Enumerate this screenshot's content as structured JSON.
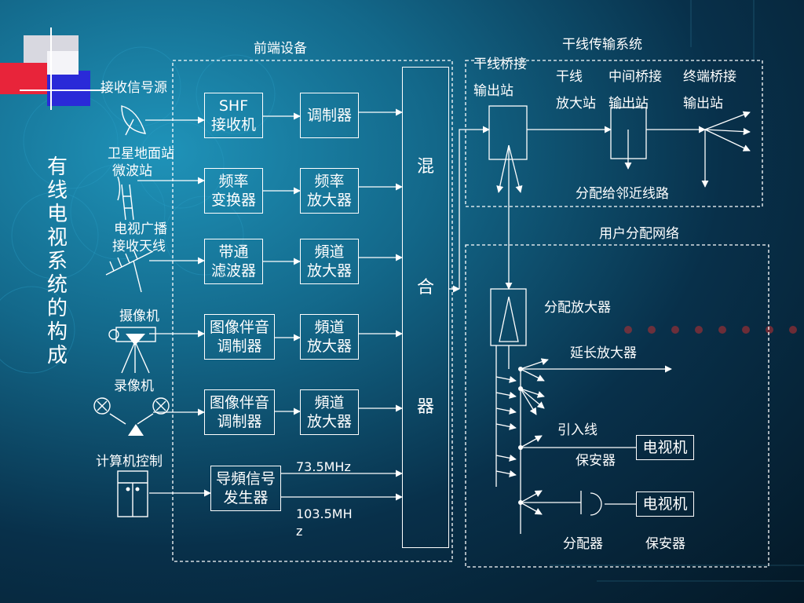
{
  "title": "有线电视系统的构成",
  "sections": {
    "front_end": "前端设备",
    "trunk": "干线传输系统",
    "user": "用户分配网络"
  },
  "sources": {
    "receive": "接收信号源",
    "satellite": "卫星地面站",
    "microwave": "微波站",
    "tv_broadcast": "电视广播",
    "antenna": "接收天线",
    "camera": "摄像机",
    "vcr": "录像机",
    "computer": "计算机控制"
  },
  "processors": [
    {
      "label": "SHF\n接收机"
    },
    {
      "label": "频率\n变换器"
    },
    {
      "label": "带通\n滤波器"
    },
    {
      "label": "图像伴音\n调制器"
    },
    {
      "label": "图像伴音\n调制器"
    }
  ],
  "amplifiers": [
    {
      "label": "调制器"
    },
    {
      "label": "频率\n放大器"
    },
    {
      "label": "頻道\n放大器"
    },
    {
      "label": "頻道\n放大器"
    },
    {
      "label": "頻道\n放大器"
    }
  ],
  "pilot": {
    "label": "导頻信号\n发生器",
    "freq1": "73.5MHz",
    "freq2_a": "103.5MH",
    "freq2_b": "z"
  },
  "mixer": {
    "c1": "混",
    "c2": "合",
    "c3": "器"
  },
  "trunk": {
    "bridge": "干线桥接",
    "out1": "输出站",
    "amp1": "干线",
    "amp2": "放大站",
    "mid1": "中间桥接",
    "mid2": "输出站",
    "end1": "终端桥接",
    "end2": "输出站",
    "dist": "分配给邻近线路"
  },
  "user": {
    "dist_amp": "分配放大器",
    "ext_amp": "延长放大器",
    "drop": "引入线",
    "protector1": "保安器",
    "tv1": "电视机",
    "tv2": "电视机",
    "splitter": "分配器",
    "protector2": "保安器"
  },
  "colors": {
    "accent_red": "#e8243a",
    "accent_blue": "#2a2ad8"
  }
}
